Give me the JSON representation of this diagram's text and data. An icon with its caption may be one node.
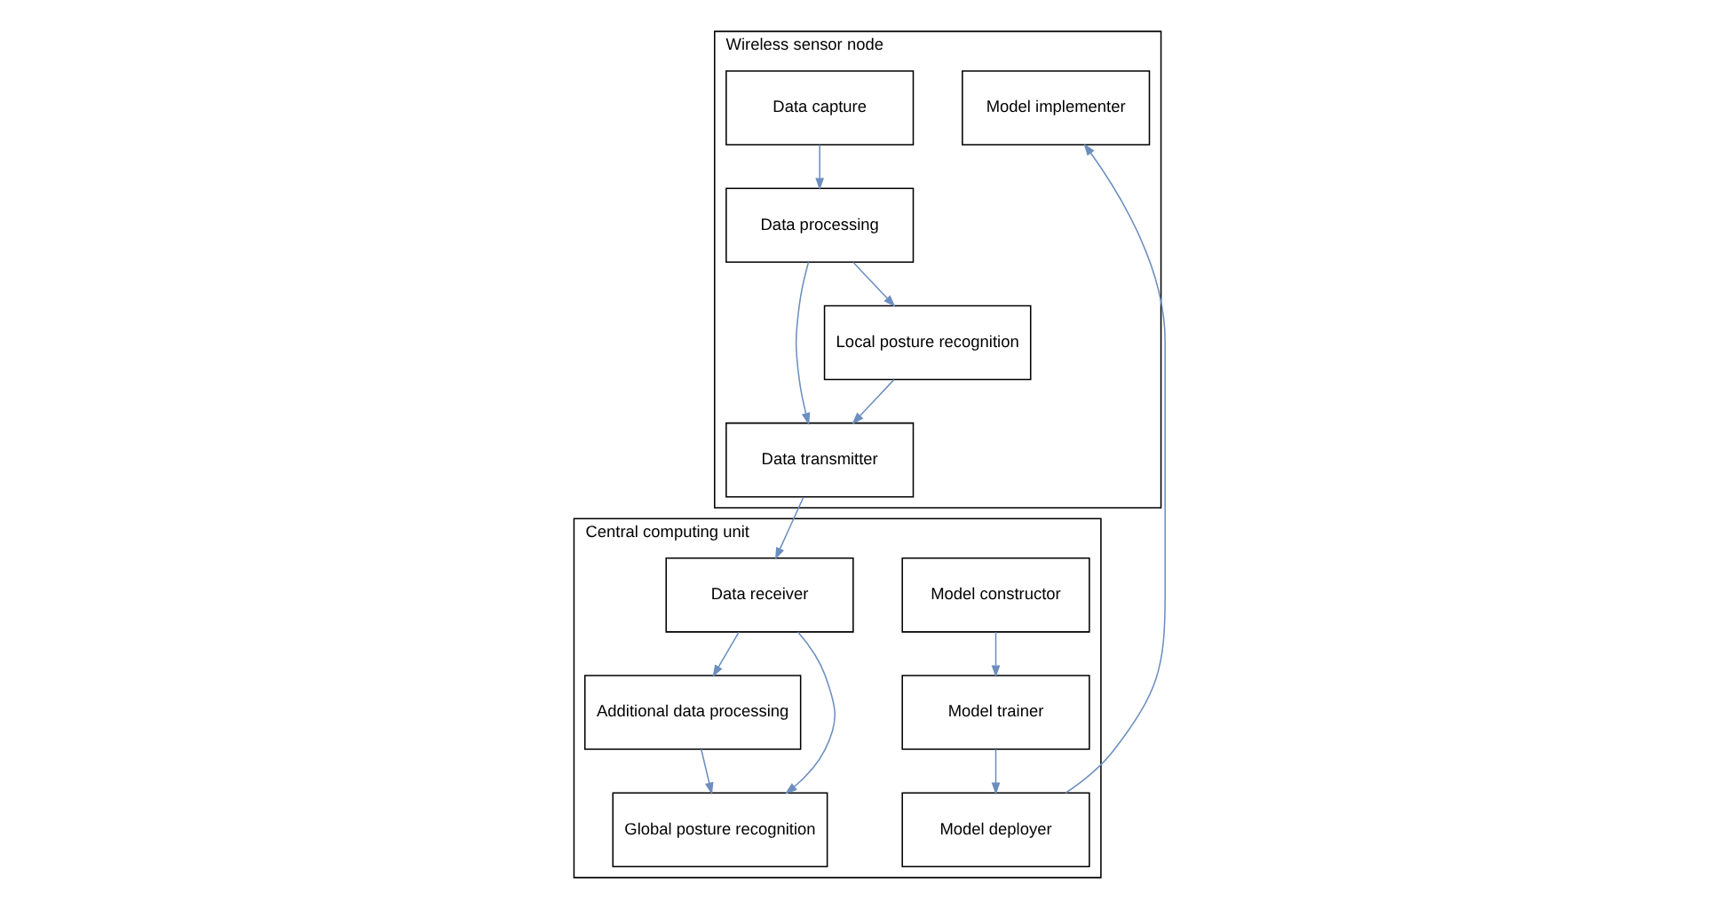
{
  "diagram": {
    "nodes": [
      {
        "text": [
          "Wireless sensor node"
        ]
      },
      {
        "text": [
          "Model implementer"
        ],
        "in": 0
      },
      {
        "text": [
          "Data processing"
        ],
        "in": 0
      },
      {
        "text": [
          "Data capture"
        ],
        "in": 0
      },
      {
        "text": [
          "Data transmitter"
        ],
        "in": 0
      },
      {
        "text": [
          "Local posture recognition"
        ],
        "in": 0
      },
      {
        "text": [
          "Central computing unit"
        ]
      },
      {
        "text": [
          "Model deployer"
        ],
        "in": 6
      },
      {
        "text": [
          "Model trainer"
        ],
        "in": 6
      },
      {
        "text": [
          "Model constructor"
        ],
        "in": 6
      },
      {
        "text": [
          "Data receiver"
        ],
        "in": 6
      },
      {
        "text": [
          "Additional data processing"
        ],
        "in": 6
      },
      {
        "text": [
          "Global posture recognition"
        ],
        "in": 6
      }
    ],
    "edges": [
      {
        "from": 7,
        "to": 1,
        "arrow": "to"
      },
      {
        "from": 8,
        "to": 7,
        "arrow": "to"
      },
      {
        "from": 9,
        "to": 8,
        "arrow": "to"
      },
      {
        "from": 3,
        "to": 2,
        "arrow": "to"
      },
      {
        "from": 2,
        "to": 4,
        "arrow": "to"
      },
      {
        "from": 2,
        "to": 5,
        "arrow": "to"
      },
      {
        "from": 5,
        "to": 4,
        "arrow": "to"
      },
      {
        "from": 4,
        "to": 10,
        "arrow": "to"
      },
      {
        "from": 10,
        "to": 11,
        "arrow": "to"
      },
      {
        "from": 11,
        "to": 12,
        "arrow": "to"
      },
      {
        "from": 10,
        "to": 12,
        "arrow": "to"
      }
    ]
  }
}
